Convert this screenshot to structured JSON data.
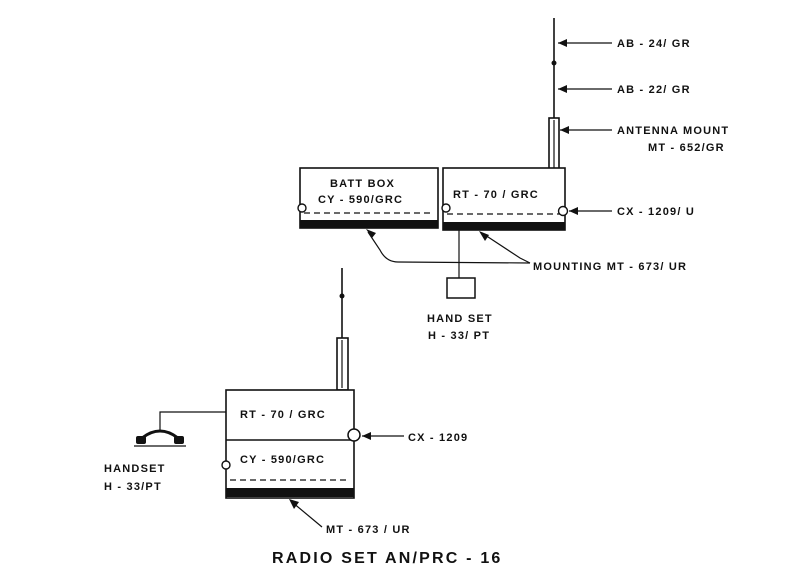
{
  "title": "RADIO SET  AN/PRC - 16",
  "upper_assembly": {
    "antenna_1": "AB - 24/ GR",
    "antenna_2": "AB - 22/ GR",
    "antenna_mount_line1": "ANTENNA MOUNT",
    "antenna_mount_line2": "MT - 652/GR",
    "batt_box_line1": "BATT BOX",
    "batt_box_line2": "CY - 590/GRC",
    "rt_unit": "RT - 70 / GRC",
    "connector": "CX - 1209/ U",
    "mounting": "MOUNTING  MT - 673/ UR",
    "handset_line1": "HAND SET",
    "handset_line2": "H - 33/ PT"
  },
  "lower_assembly": {
    "rt_unit": "RT - 70 / GRC",
    "battery": "CY - 590/GRC",
    "connector": "CX - 1209",
    "handset_line1": "HANDSET",
    "handset_line2": "H - 33/PT",
    "mounting": "MT - 673 / UR"
  }
}
